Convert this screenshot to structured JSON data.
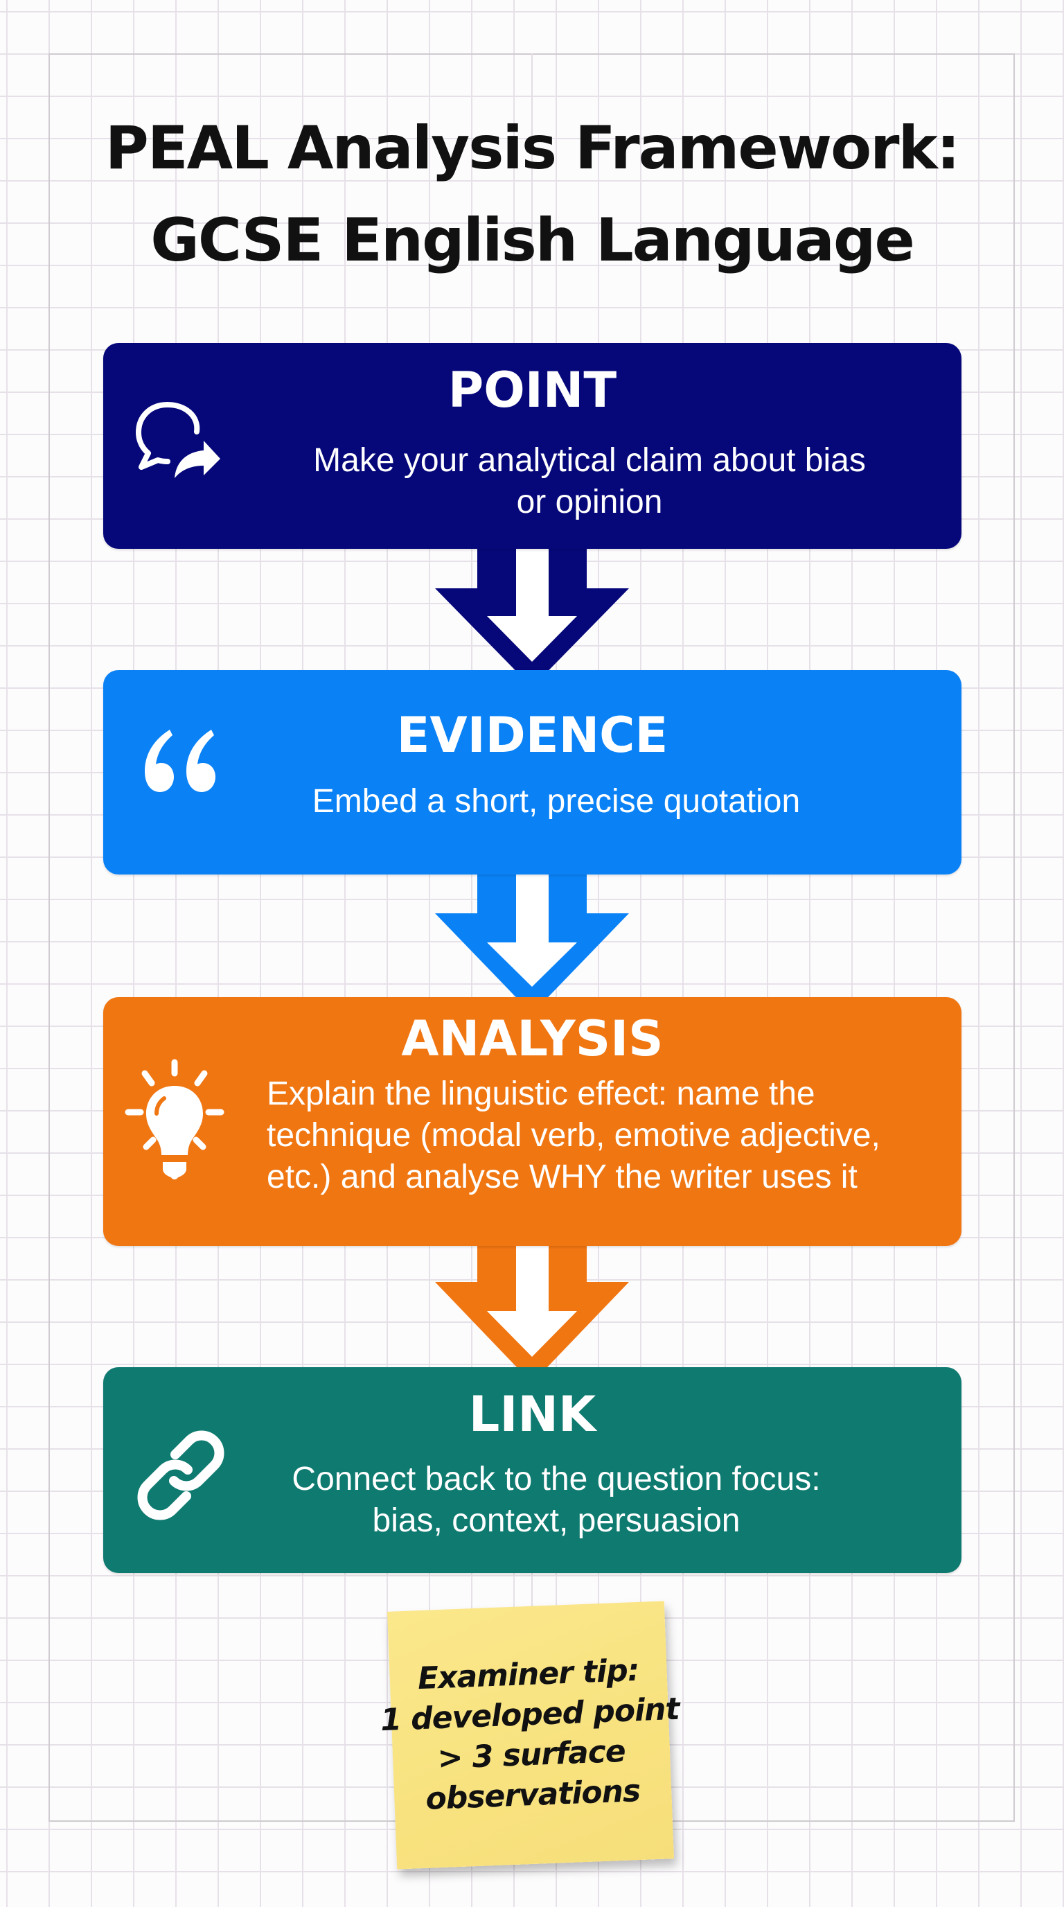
{
  "title": {
    "line1": "PEAL Analysis Framework:",
    "line2": "GCSE English Language"
  },
  "steps": [
    {
      "id": "point",
      "heading": "POINT",
      "body_lines": [
        "Make your analytical claim about bias",
        "or opinion"
      ],
      "icon": "speech-bubble-arrow-icon",
      "color": "#06087a"
    },
    {
      "id": "evidence",
      "heading": "EVIDENCE",
      "body_lines": [
        "Embed a short, precise quotation"
      ],
      "icon": "quotation-mark-icon",
      "color": "#0a82f6"
    },
    {
      "id": "analysis",
      "heading": "ANALYSIS",
      "body_lines": [
        "Explain the linguistic effect: name the",
        "technique (modal verb, emotive adjective,",
        "etc.) and analyse WHY the writer uses it"
      ],
      "icon": "lightbulb-icon",
      "color": "#f07612"
    },
    {
      "id": "link",
      "heading": "LINK",
      "body_lines": [
        "Connect back to the question focus:",
        "bias, context, persuasion"
      ],
      "icon": "chain-link-icon",
      "color": "#0e7a70"
    }
  ],
  "connectors": [
    {
      "from": "point",
      "to": "evidence",
      "icon": "down-arrow-icon",
      "color": "#06087a"
    },
    {
      "from": "evidence",
      "to": "analysis",
      "icon": "down-arrow-icon",
      "color": "#0a82f6"
    },
    {
      "from": "analysis",
      "to": "link",
      "icon": "down-arrow-icon",
      "color": "#f07612"
    }
  ],
  "sticky_note": {
    "lines": [
      "Examiner tip:",
      "1 developed point",
      "> 3 surface",
      "observations"
    ],
    "color": "#f8e27f"
  }
}
